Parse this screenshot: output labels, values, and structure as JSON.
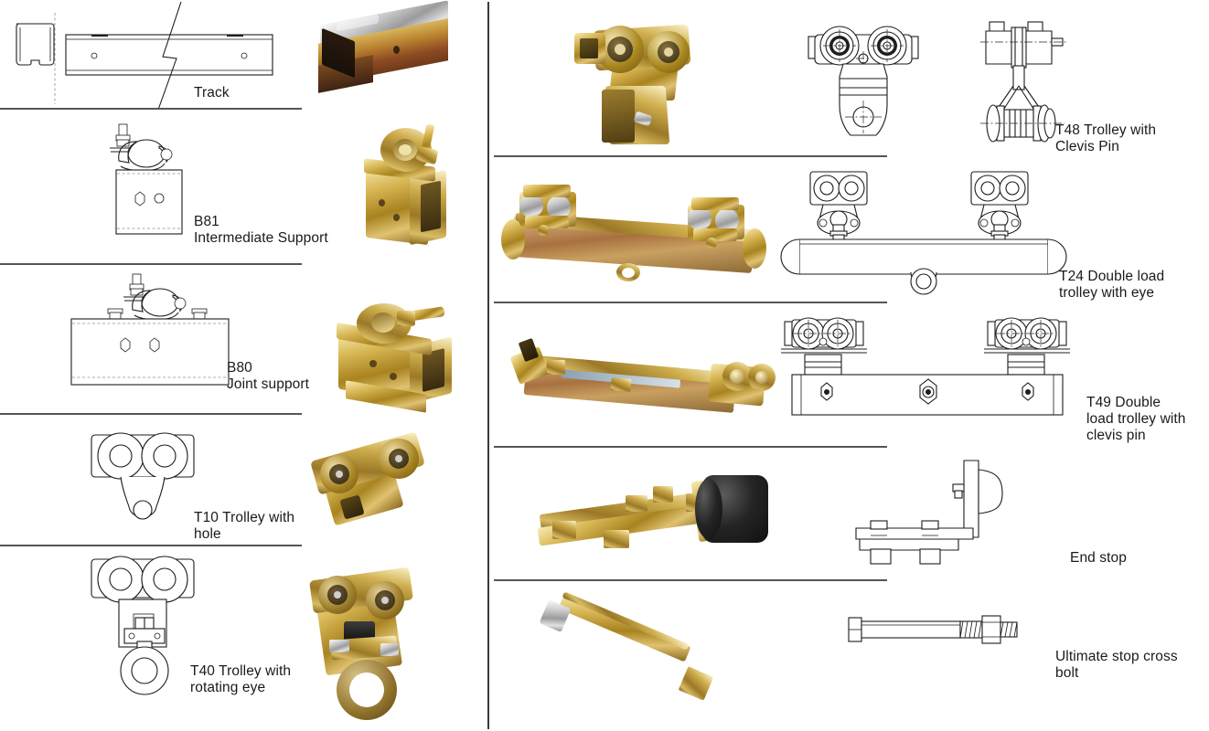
{
  "document": {
    "type": "product-catalog-sheet",
    "subject": "Track and trolley components",
    "panels": 2
  },
  "left_panel": {
    "items": [
      {
        "id": "track",
        "code": "",
        "caption": "Track",
        "drawing": "c-channel track profile and side elevation with break line",
        "photo": "gold zinc-plated C-channel track section"
      },
      {
        "id": "b81",
        "code": "B81",
        "caption": "B81\nIntermediate Support",
        "drawing": "intermediate support bracket front elevation with clamp",
        "photo": "gold plated intermediate support bracket with beam clamp"
      },
      {
        "id": "b80",
        "code": "B80",
        "caption": "B80\nJoint support",
        "drawing": "joint support plate front elevation with clamp",
        "photo": "gold plated joint support with beam clamp"
      },
      {
        "id": "t10",
        "code": "T10",
        "caption": "T10 Trolley with\nhole",
        "drawing": "two wheel trolley with suspension hole",
        "photo": "brass two wheel trolley with hole"
      },
      {
        "id": "t40",
        "code": "T40",
        "caption": "T40 Trolley with\nrotating eye",
        "drawing": "two wheel trolley with rotating eye bolt",
        "photo": "brass trolley with rotating eye"
      }
    ]
  },
  "right_panel": {
    "items": [
      {
        "id": "t48",
        "code": "T48",
        "caption": "T48 Trolley with\nClevis Pin",
        "drawing": "front and side elevation of clevis pin trolley",
        "photo": "gold trolley with clevis pin"
      },
      {
        "id": "t24",
        "code": "T24",
        "caption": "T24 Double load\ntrolley with eye",
        "drawing": "double load bar trolley with central eye",
        "photo": "double load trolley with eye"
      },
      {
        "id": "t49",
        "code": "T49",
        "caption": "T49 Double\nload trolley with\nclevis pin",
        "drawing": "double load bar trolley with clevis pin fixings",
        "photo": "double load trolley with clevis pin"
      },
      {
        "id": "end-stop",
        "code": "",
        "caption": "End stop",
        "drawing": "end stop bracket side elevation with rubber buffer",
        "photo": "end stop with black rubber buffer"
      },
      {
        "id": "ultimate-stop-cross-bolt",
        "code": "",
        "caption": "Ultimate stop cross\nbolt",
        "drawing": "hex head cross bolt with nut and threaded end",
        "photo": "gold hex head cross bolt"
      }
    ]
  },
  "colors": {
    "line": "#1d1d1d",
    "rule": "#555555",
    "divider": "#3a3a3a",
    "background": "#ffffff",
    "text": "#1a1a1a",
    "brass": "#cfa749",
    "gold": "#d9b856",
    "steel": "#cfcfcf",
    "rubber": "#1a1a1a"
  }
}
